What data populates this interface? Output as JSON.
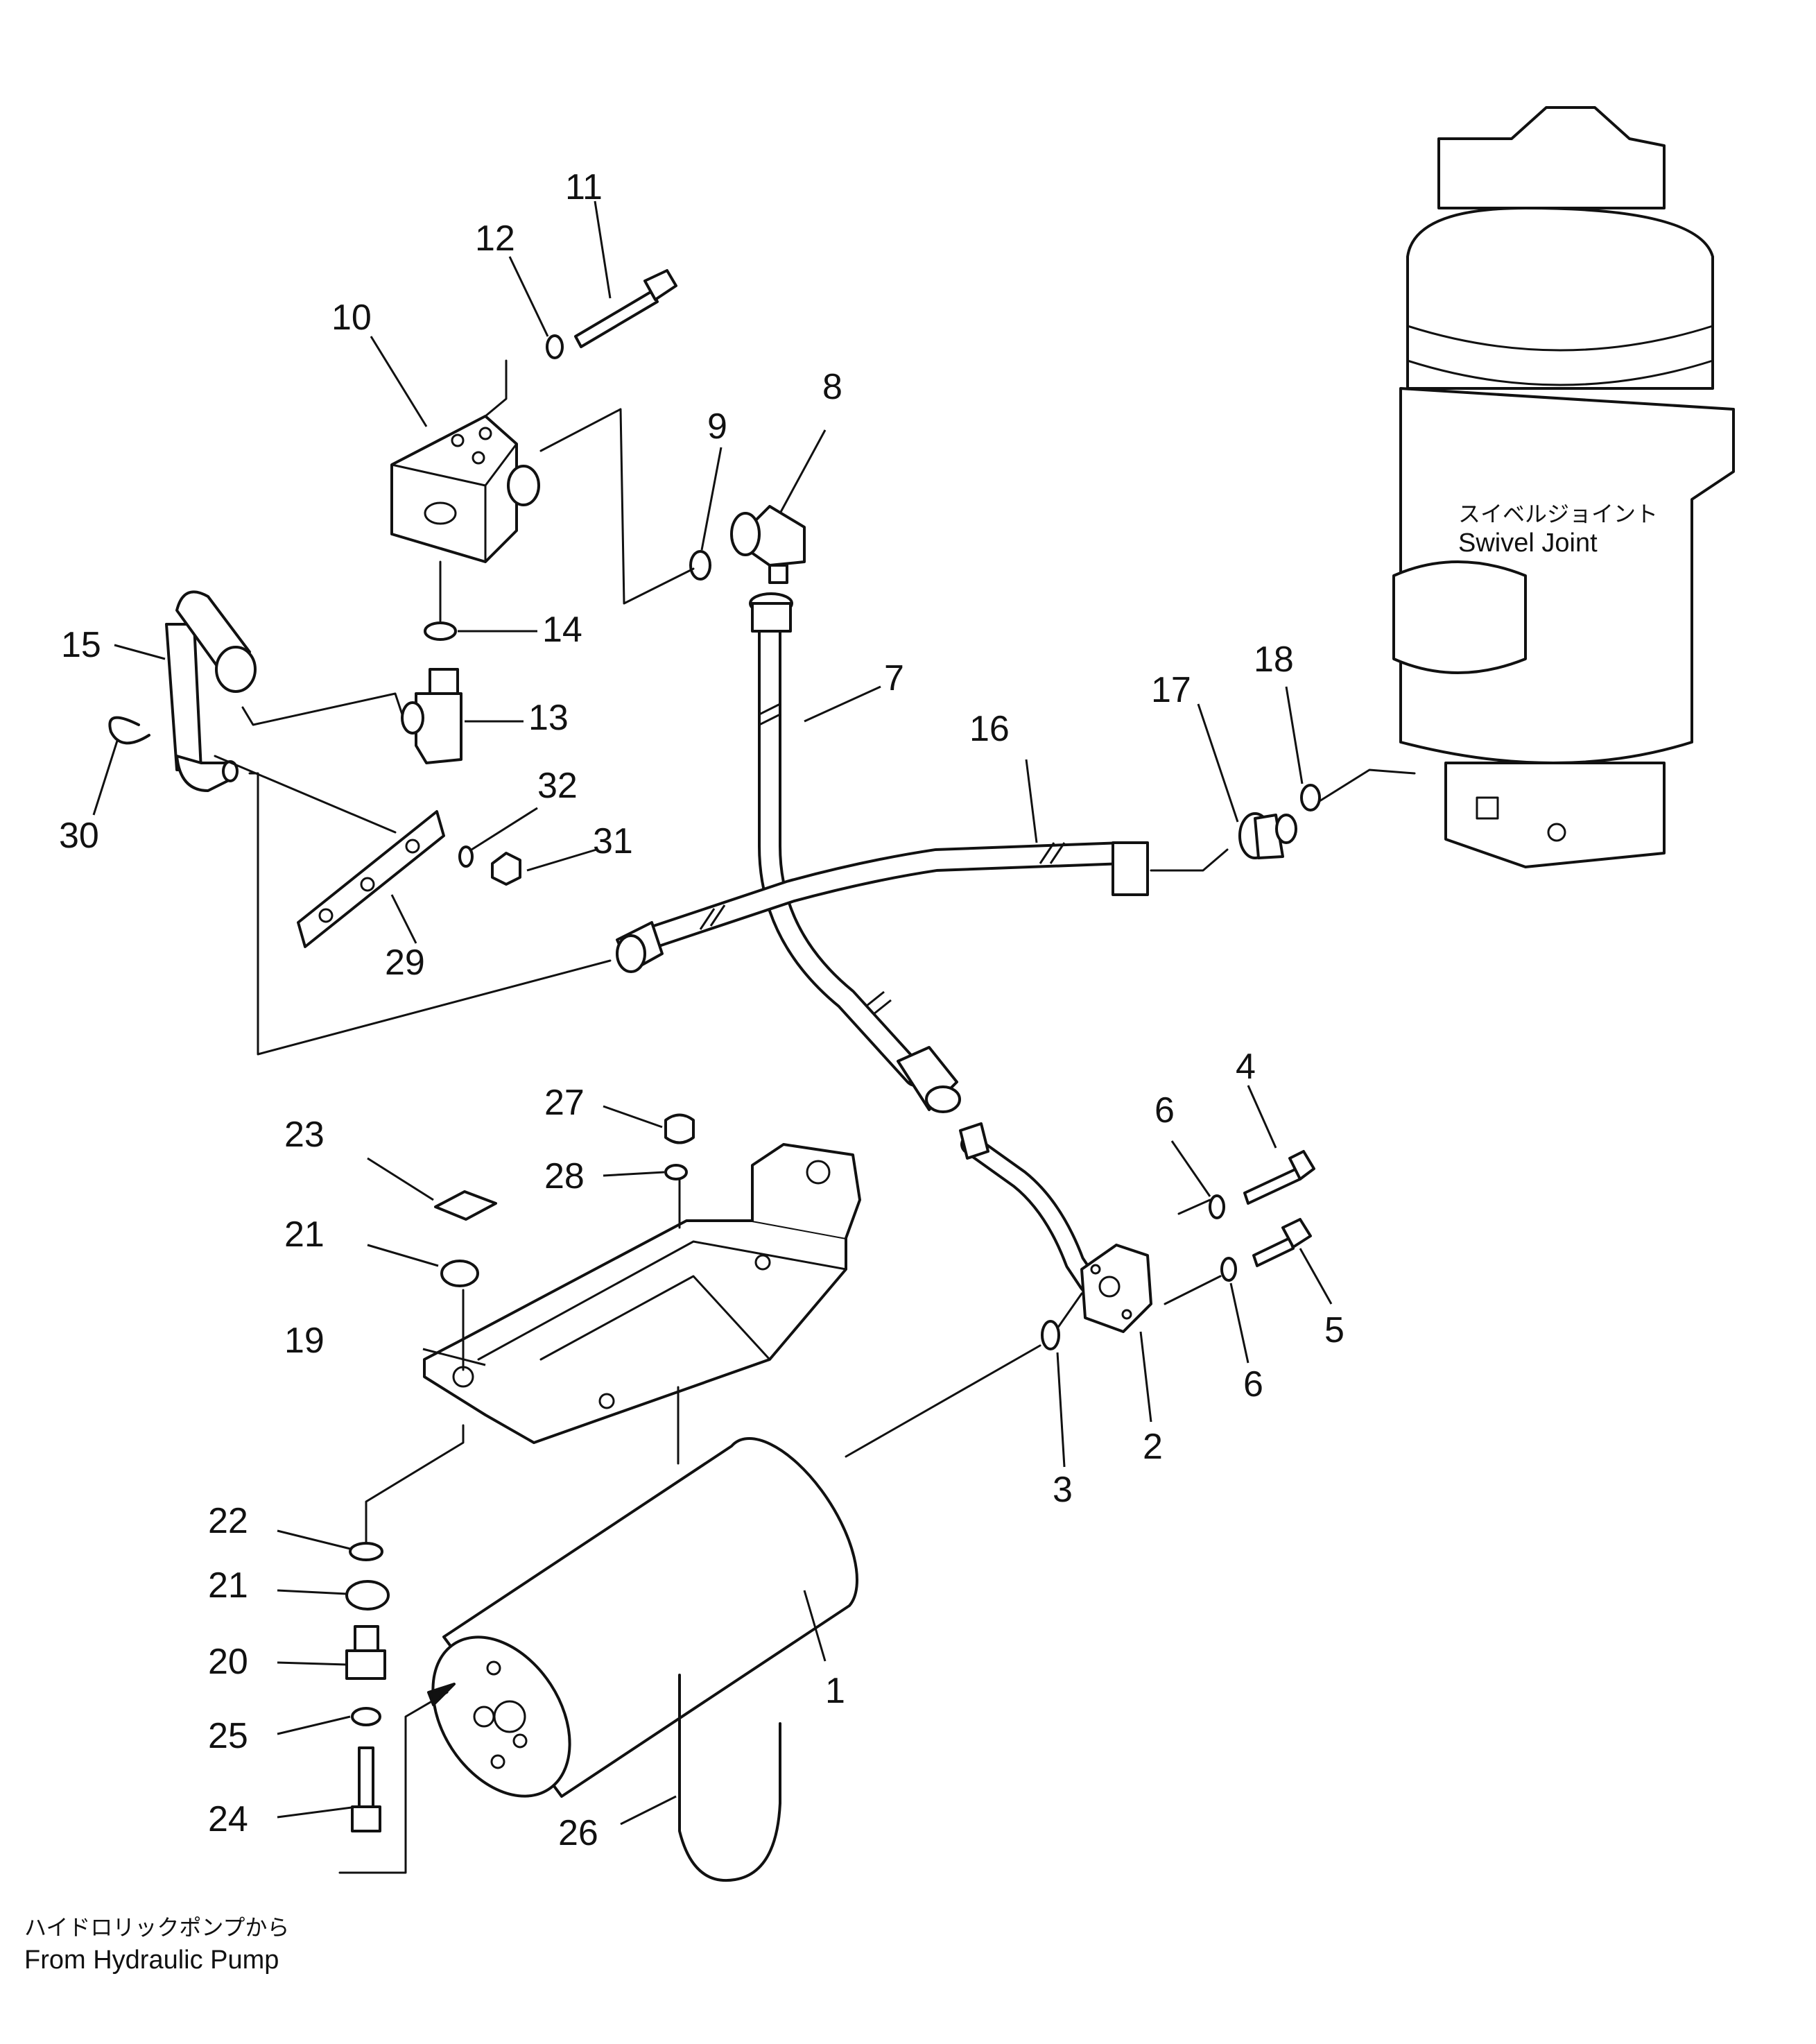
{
  "parts": [
    {
      "id": "p1",
      "number": "1"
    },
    {
      "id": "p2",
      "number": "2"
    },
    {
      "id": "p3",
      "number": "3"
    },
    {
      "id": "p4",
      "number": "4"
    },
    {
      "id": "p5",
      "number": "5"
    },
    {
      "id": "p6a",
      "number": "6"
    },
    {
      "id": "p6b",
      "number": "6"
    },
    {
      "id": "p7",
      "number": "7"
    },
    {
      "id": "p8",
      "number": "8"
    },
    {
      "id": "p9",
      "number": "9"
    },
    {
      "id": "p10",
      "number": "10"
    },
    {
      "id": "p11",
      "number": "11"
    },
    {
      "id": "p12",
      "number": "12"
    },
    {
      "id": "p13",
      "number": "13"
    },
    {
      "id": "p14",
      "number": "14"
    },
    {
      "id": "p15",
      "number": "15"
    },
    {
      "id": "p16",
      "number": "16"
    },
    {
      "id": "p17",
      "number": "17"
    },
    {
      "id": "p18",
      "number": "18"
    },
    {
      "id": "p19",
      "number": "19"
    },
    {
      "id": "p20",
      "number": "20"
    },
    {
      "id": "p21a",
      "number": "21"
    },
    {
      "id": "p21b",
      "number": "21"
    },
    {
      "id": "p22",
      "number": "22"
    },
    {
      "id": "p23",
      "number": "23"
    },
    {
      "id": "p24",
      "number": "24"
    },
    {
      "id": "p25",
      "number": "25"
    },
    {
      "id": "p26",
      "number": "26"
    },
    {
      "id": "p27",
      "number": "27"
    },
    {
      "id": "p28",
      "number": "28"
    },
    {
      "id": "p29",
      "number": "29"
    },
    {
      "id": "p30",
      "number": "30"
    },
    {
      "id": "p31",
      "number": "31"
    },
    {
      "id": "p32",
      "number": "32"
    }
  ],
  "swivel_joint": {
    "label_jp": "スイベルジョイント",
    "label_en": "Swivel  Joint"
  },
  "inlet": {
    "label_jp": "ハイドロリックポンプから",
    "label_en": "From  Hydraulic  Pump"
  }
}
